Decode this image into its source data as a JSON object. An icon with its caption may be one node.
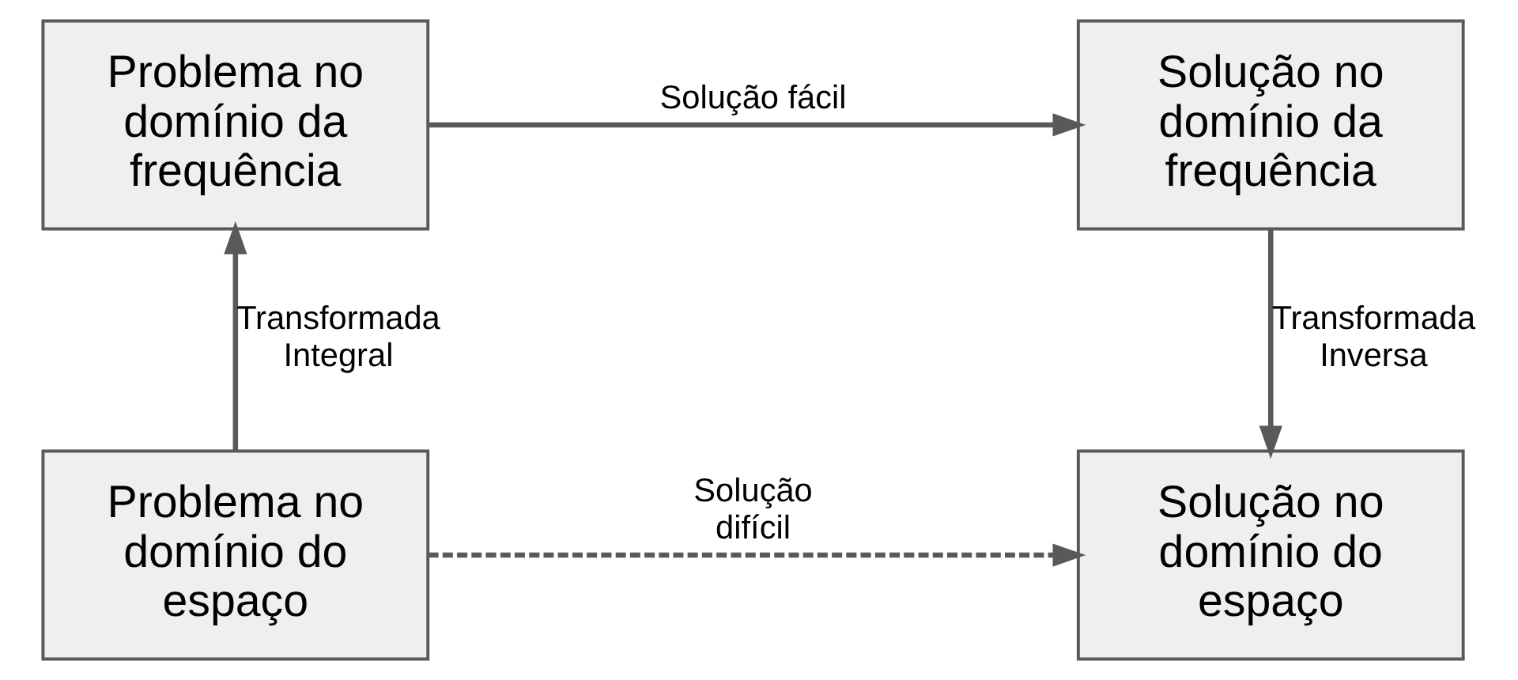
{
  "diagram": {
    "nodes": [
      {
        "text": [
          "Problema no domínio da frequência"
        ]
      },
      {
        "text": [
          "Solução no domínio da frequência"
        ]
      },
      {
        "text": [
          "Problema no domínio do espaço"
        ]
      },
      {
        "text": [
          "Solução no domínio do espaço"
        ]
      }
    ],
    "edges": [
      {
        "from": 0,
        "to": 1,
        "arrow": "to",
        "label": "Solução fácil"
      },
      {
        "from": 1,
        "to": 3,
        "arrow": "to",
        "label": "Transformada Inversa"
      },
      {
        "from": 2,
        "to": 0,
        "arrow": "to",
        "label": "Transformada Integral"
      },
      {
        "from": 2,
        "to": 3,
        "arrow": "to",
        "label": "Solução difícil",
        "style": "dashed"
      }
    ]
  }
}
